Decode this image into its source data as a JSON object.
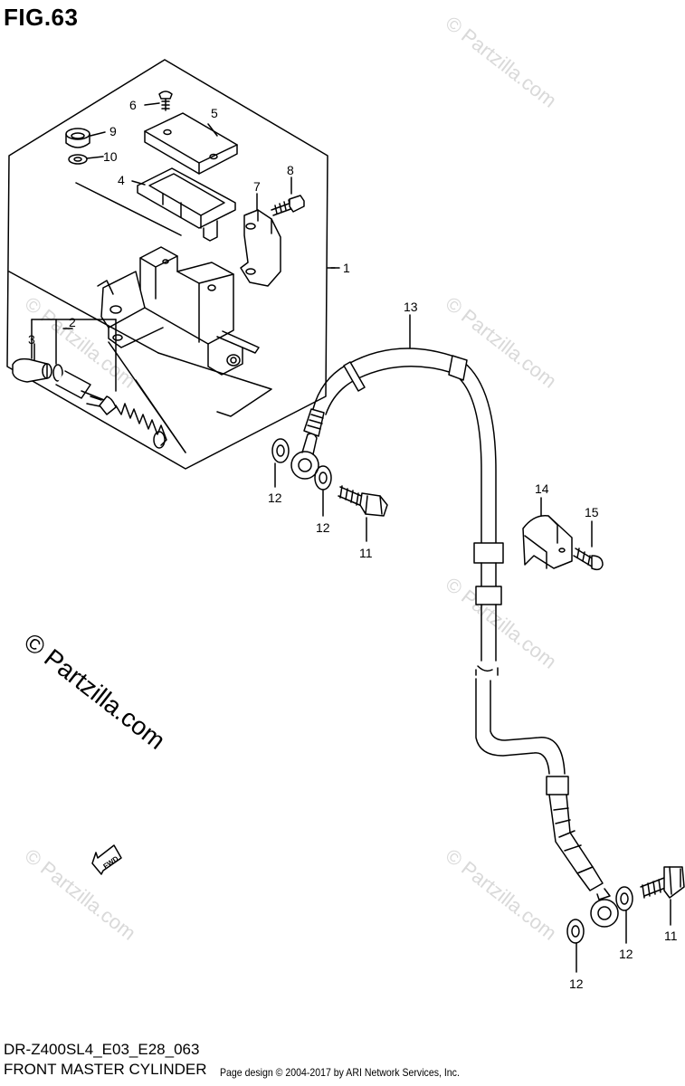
{
  "figure": {
    "title": "FIG.63"
  },
  "watermarks": {
    "main": "© Partzilla.com",
    "faint": "© Partzilla.com"
  },
  "callouts": {
    "n1": "1",
    "n2": "2",
    "n3": "3",
    "n4": "4",
    "n5": "5",
    "n6": "6",
    "n7": "7",
    "n8": "8",
    "n9": "9",
    "n10": "10",
    "n11": "11",
    "n12": "12",
    "n13": "13",
    "n14": "14",
    "n15": "15"
  },
  "fwd_label": "FWD",
  "footer": {
    "code": "DR-Z400SL4_E03_E28_063",
    "name": "FRONT MASTER CYLINDER",
    "credit": "Page design © 2004-2017 by ARI Network Services, Inc."
  }
}
